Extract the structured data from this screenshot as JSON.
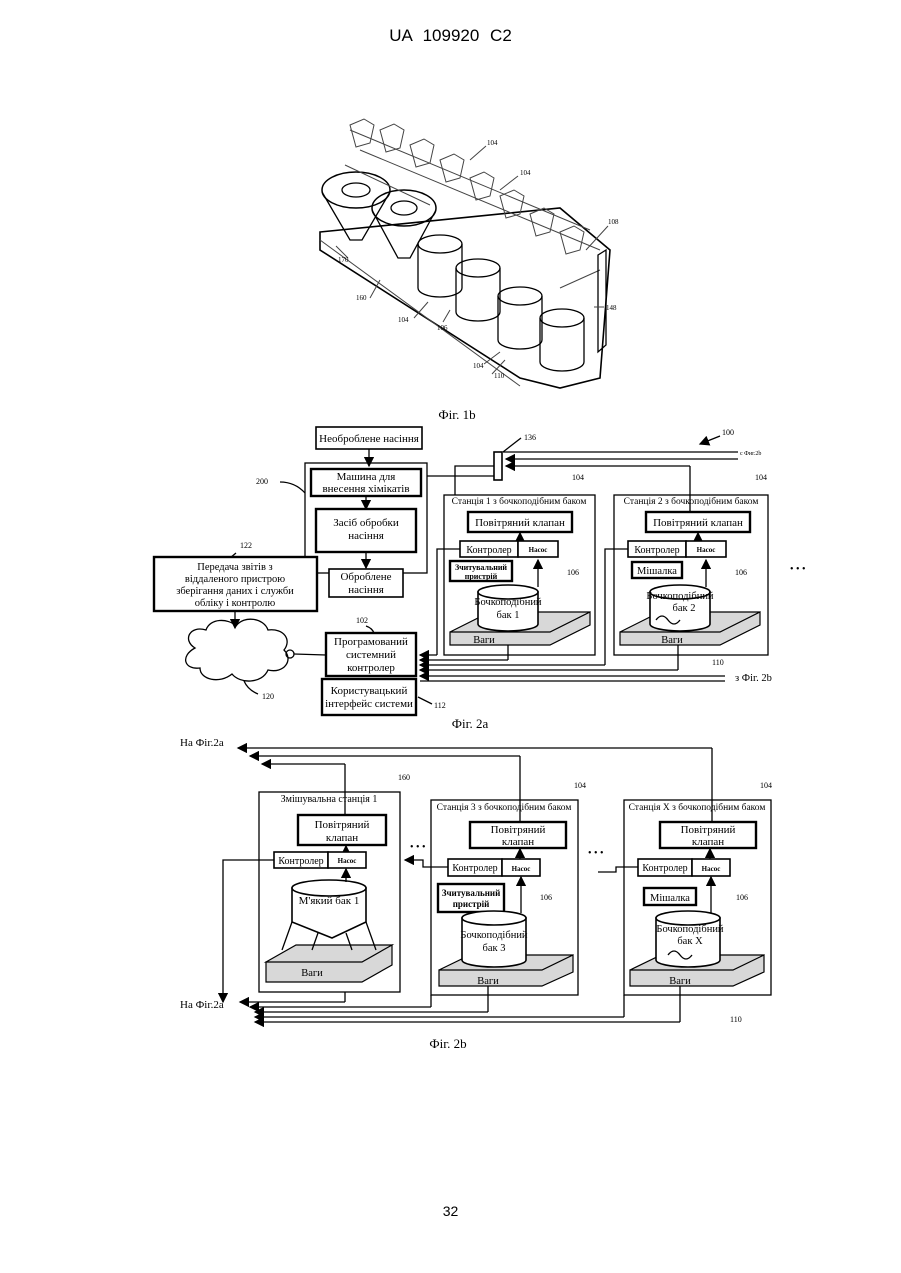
{
  "header": "UA 109920 C2",
  "page_number": "32",
  "fig1b": {
    "caption": "Фіг. 1b",
    "refs": [
      "104",
      "104",
      "108",
      "170",
      "160",
      "148",
      "104",
      "106",
      "104",
      "110"
    ]
  },
  "fig2a": {
    "caption": "Фіг. 2а",
    "ref_100": "100",
    "ref_136": "136",
    "from_fig2b_top": "с Фиг.2b",
    "from_fig2b_bottom": "з Фіг. 2b",
    "untreated_seed": "Необроблене насіння",
    "ref_200": "200",
    "chem_machine": [
      "Машина для",
      "внесення хімікатів"
    ],
    "seed_treatment": [
      "Засіб обробки",
      "насіння"
    ],
    "treated_seed": [
      "Оброблене",
      "насіння"
    ],
    "ref_122": "122",
    "reports": [
      "Передача звітів з",
      "віддаленого пристрою",
      "зберігання даних і служби",
      "обліку і контролю"
    ],
    "ref_120": "120",
    "ref_102": "102",
    "controller": [
      "Програмований",
      "системний",
      "контролер"
    ],
    "ref_112": "112",
    "ui": [
      "Користувацький",
      "інтерфейс системи"
    ],
    "station1": {
      "title": "Станція 1 з бочкоподібним баком",
      "ref": "104",
      "valve": "Повітряний клапан",
      "controller": "Контролер",
      "pump": "Насос",
      "reader": [
        "Зчитувальний",
        "пристрій"
      ],
      "ref_tank": "106",
      "tank": [
        "Бочкоподібний",
        "бак 1"
      ],
      "scale": "Ваги"
    },
    "station2": {
      "title": "Станція 2 з бочкоподібним баком",
      "ref": "104",
      "valve": "Повітряний клапан",
      "controller": "Контролер",
      "pump": "Насос",
      "mixer": "Мішалка",
      "ref_tank": "106",
      "tank": [
        "Бочкоподібний",
        "бак 2"
      ],
      "scale": "Ваги",
      "ref_110": "110"
    },
    "ellipsis": "• • •"
  },
  "fig2b": {
    "caption": "Фіг. 2b",
    "to_fig2a_top": "На Фіг.2а",
    "to_fig2a_bottom": "На Фіг.2а",
    "mix_station": {
      "title": "Змішувальна станція 1",
      "ref": "160",
      "valve": [
        "Повітряний",
        "клапан"
      ],
      "controller": "Контролер",
      "pump": "Насос",
      "tank": "М'який бак 1",
      "scale": "Ваги"
    },
    "station3": {
      "title": "Станція 3 з бочкоподібним баком",
      "ref": "104",
      "valve": [
        "Повітряний",
        "клапан"
      ],
      "controller": "Контролер",
      "pump": "Насос",
      "reader": [
        "Зчитувальний",
        "пристрій"
      ],
      "ref_tank": "106",
      "tank": [
        "Бочкоподібний",
        "бак 3"
      ],
      "scale": "Ваги"
    },
    "stationX": {
      "title": "Станція X з бочкоподібним баком",
      "ref": "104",
      "valve": [
        "Повітряний",
        "клапан"
      ],
      "controller": "Контролер",
      "pump": "Насос",
      "mixer": "Мішалка",
      "ref_tank": "106",
      "tank": [
        "Бочкоподібний",
        "бак X"
      ],
      "scale": "Ваги",
      "ref_110": "110"
    },
    "ellipsis": "• • •"
  }
}
